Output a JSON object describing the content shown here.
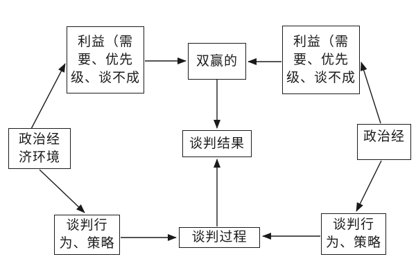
{
  "diagram": {
    "title": "negotiation-model-flowchart",
    "colors": {
      "background": "#ffffff",
      "line": "#1a1a1a",
      "box_border": "#1a1a1a",
      "box_fill": "#ffffff",
      "text": "#1a1a1a"
    },
    "nodes": {
      "interests_left": {
        "lines": [
          "利益（需",
          "要、优先",
          "级、谈不成"
        ]
      },
      "win_win": {
        "lines": [
          "双赢的"
        ]
      },
      "interests_right": {
        "lines": [
          "利益（需",
          "要、优先",
          "级、谈不成"
        ]
      },
      "political_economic_env_left": {
        "lines": [
          "政治经",
          "济环境"
        ]
      },
      "negotiation_result": {
        "lines": [
          "谈判结果"
        ]
      },
      "political_economic_env_right": {
        "lines": [
          "政治经"
        ]
      },
      "negotiation_behavior_left": {
        "lines": [
          "谈判行",
          "为、策略"
        ]
      },
      "negotiation_process": {
        "lines": [
          "谈判过程"
        ]
      },
      "negotiation_behavior_right": {
        "lines": [
          "谈判行",
          "为、策略"
        ]
      }
    },
    "edges": [
      {
        "from": "political_economic_env_left",
        "to": "interests_left"
      },
      {
        "from": "political_economic_env_left",
        "to": "negotiation_behavior_left"
      },
      {
        "from": "interests_left",
        "to": "win_win"
      },
      {
        "from": "interests_right",
        "to": "win_win"
      },
      {
        "from": "win_win",
        "to": "negotiation_result"
      },
      {
        "from": "negotiation_process",
        "to": "negotiation_result"
      },
      {
        "from": "political_economic_env_right",
        "to": "interests_right"
      },
      {
        "from": "political_economic_env_right",
        "to": "negotiation_behavior_right"
      },
      {
        "from": "negotiation_behavior_left",
        "to": "negotiation_process"
      },
      {
        "from": "negotiation_behavior_right",
        "to": "negotiation_process"
      }
    ]
  }
}
